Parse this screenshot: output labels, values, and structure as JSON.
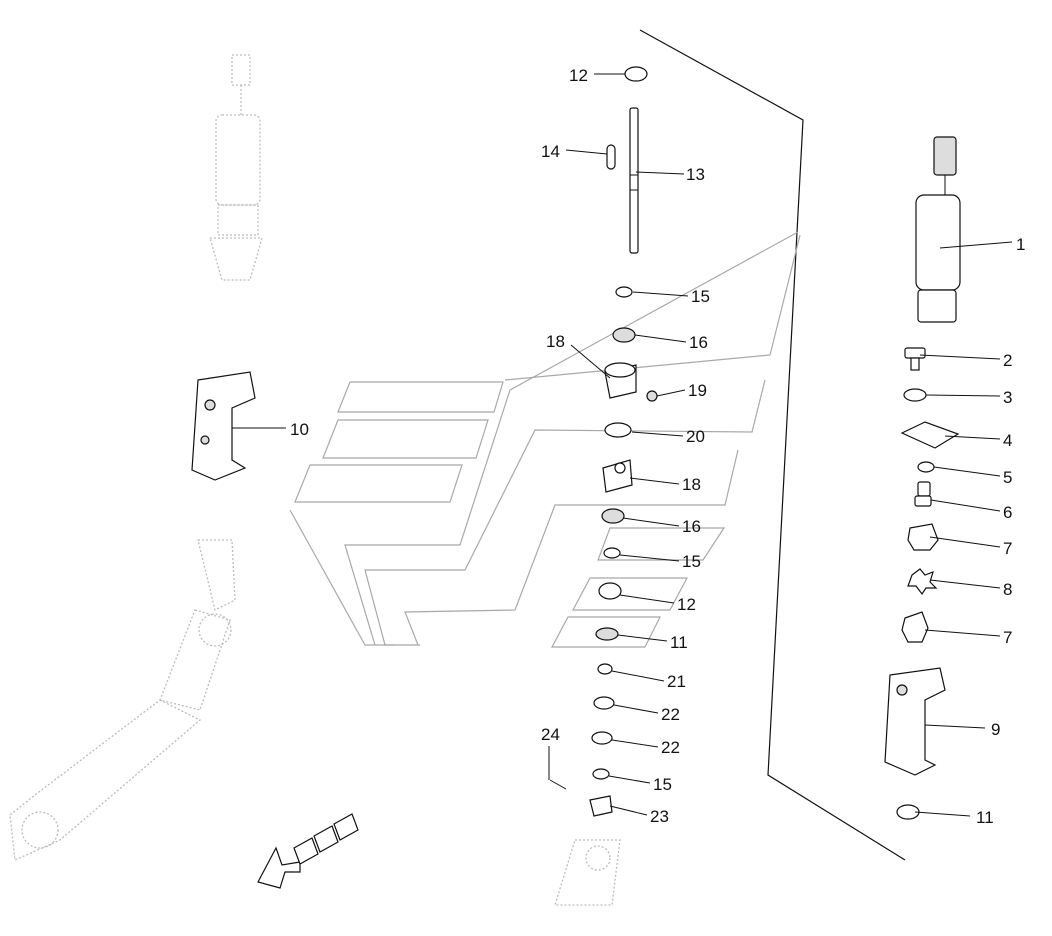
{
  "callouts": [
    {
      "id": "c1",
      "label": "1"
    },
    {
      "id": "c2",
      "label": "2"
    },
    {
      "id": "c3",
      "label": "3"
    },
    {
      "id": "c4",
      "label": "4"
    },
    {
      "id": "c5",
      "label": "5"
    },
    {
      "id": "c6",
      "label": "6"
    },
    {
      "id": "c7a",
      "label": "7"
    },
    {
      "id": "c8",
      "label": "8"
    },
    {
      "id": "c7b",
      "label": "7"
    },
    {
      "id": "c9",
      "label": "9"
    },
    {
      "id": "c11b",
      "label": "11"
    },
    {
      "id": "c10",
      "label": "10"
    },
    {
      "id": "c12a",
      "label": "12"
    },
    {
      "id": "c13",
      "label": "13"
    },
    {
      "id": "c14",
      "label": "14"
    },
    {
      "id": "c15a",
      "label": "15"
    },
    {
      "id": "c16a",
      "label": "16"
    },
    {
      "id": "c18a",
      "label": "18"
    },
    {
      "id": "c19",
      "label": "19"
    },
    {
      "id": "c20",
      "label": "20"
    },
    {
      "id": "c18b",
      "label": "18"
    },
    {
      "id": "c16b",
      "label": "16"
    },
    {
      "id": "c15b",
      "label": "15"
    },
    {
      "id": "c12b",
      "label": "12"
    },
    {
      "id": "c11a",
      "label": "11"
    },
    {
      "id": "c21",
      "label": "21"
    },
    {
      "id": "c22a",
      "label": "22"
    },
    {
      "id": "c22b",
      "label": "22"
    },
    {
      "id": "c24",
      "label": "24"
    },
    {
      "id": "c15c",
      "label": "15"
    },
    {
      "id": "c23",
      "label": "23"
    }
  ]
}
